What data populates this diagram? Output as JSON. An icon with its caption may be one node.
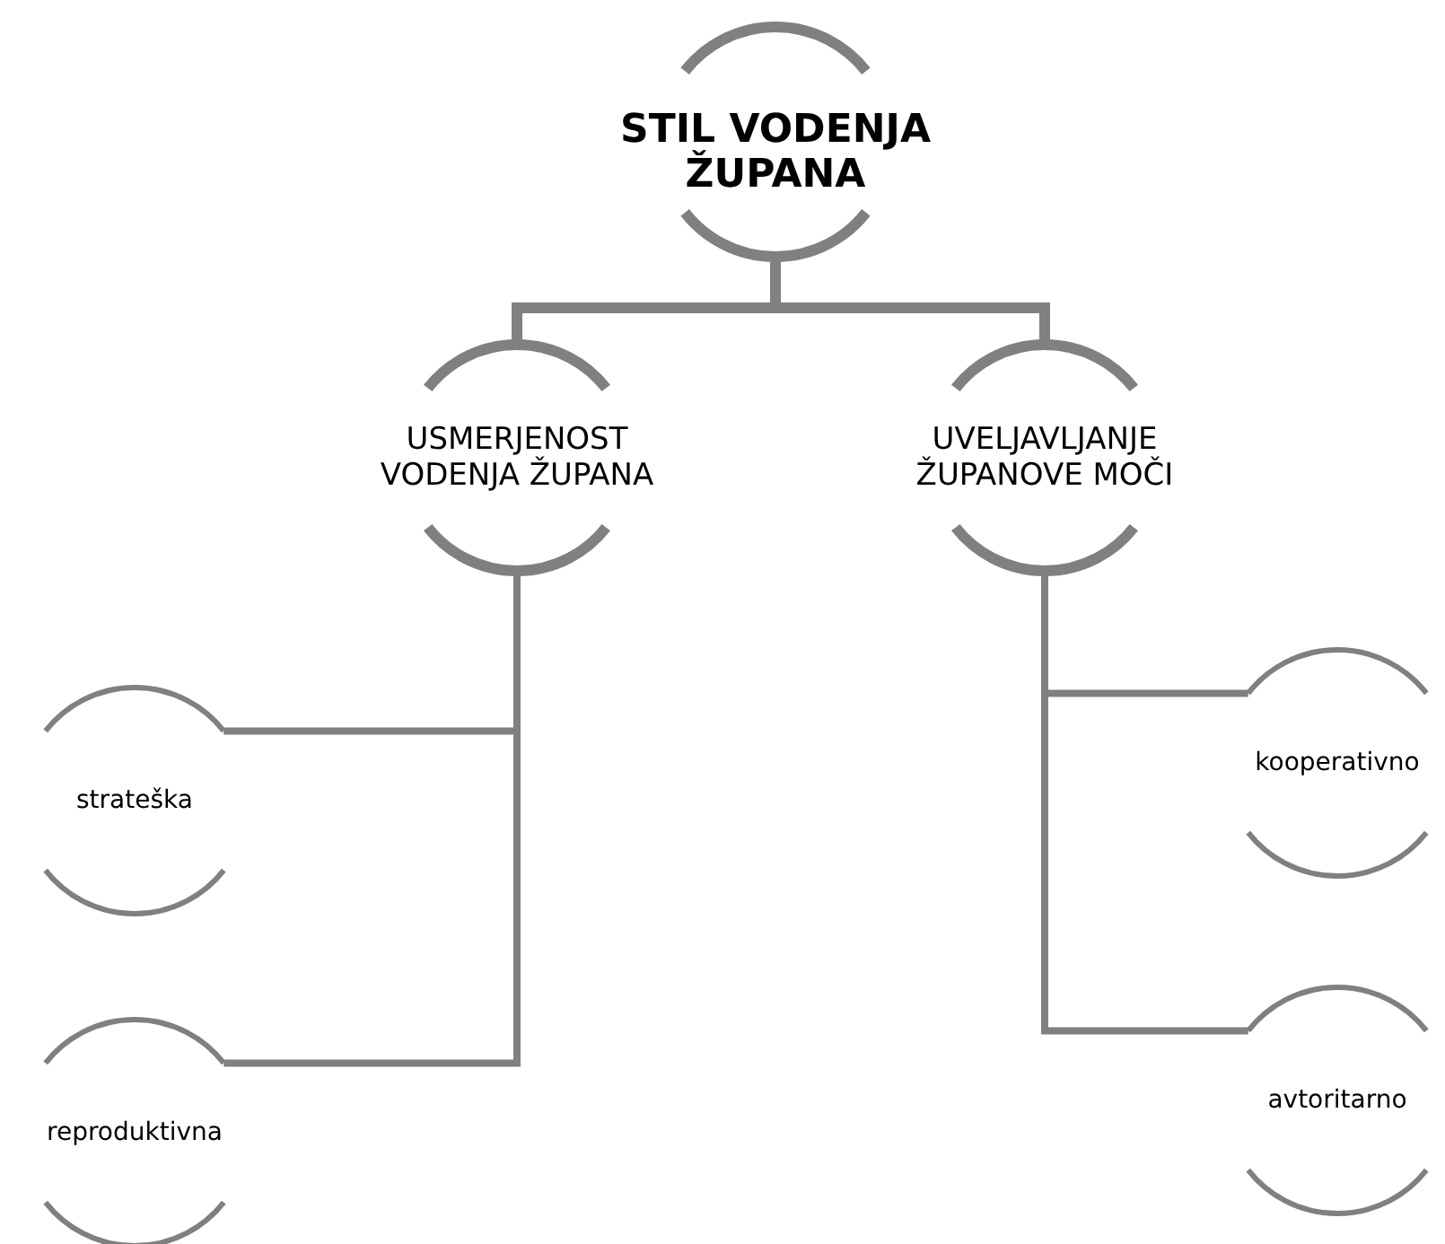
{
  "diagram": {
    "nodes": [
      {
        "text": [
          "STIL VODENJA ŽUPANA"
        ]
      },
      {
        "text": [
          "USMERJENOST VODENJA ŽUPANA"
        ]
      },
      {
        "text": [
          "UVELJAVLJANJE ŽUPANOVE MOČI"
        ]
      },
      {
        "text": [
          "strateška"
        ]
      },
      {
        "text": [
          "reproduktivna"
        ]
      },
      {
        "text": [
          "kooperativno"
        ]
      },
      {
        "text": [
          "avtoritarno"
        ]
      }
    ],
    "edges": [
      {
        "from": 0,
        "to": 1,
        "arrow": "none"
      },
      {
        "from": 0,
        "to": 2,
        "arrow": "none"
      },
      {
        "from": 1,
        "to": 3,
        "arrow": "none"
      },
      {
        "from": 1,
        "to": 4,
        "arrow": "none"
      },
      {
        "from": 2,
        "to": 5,
        "arrow": "none"
      },
      {
        "from": 2,
        "to": 6,
        "arrow": "none"
      }
    ]
  }
}
